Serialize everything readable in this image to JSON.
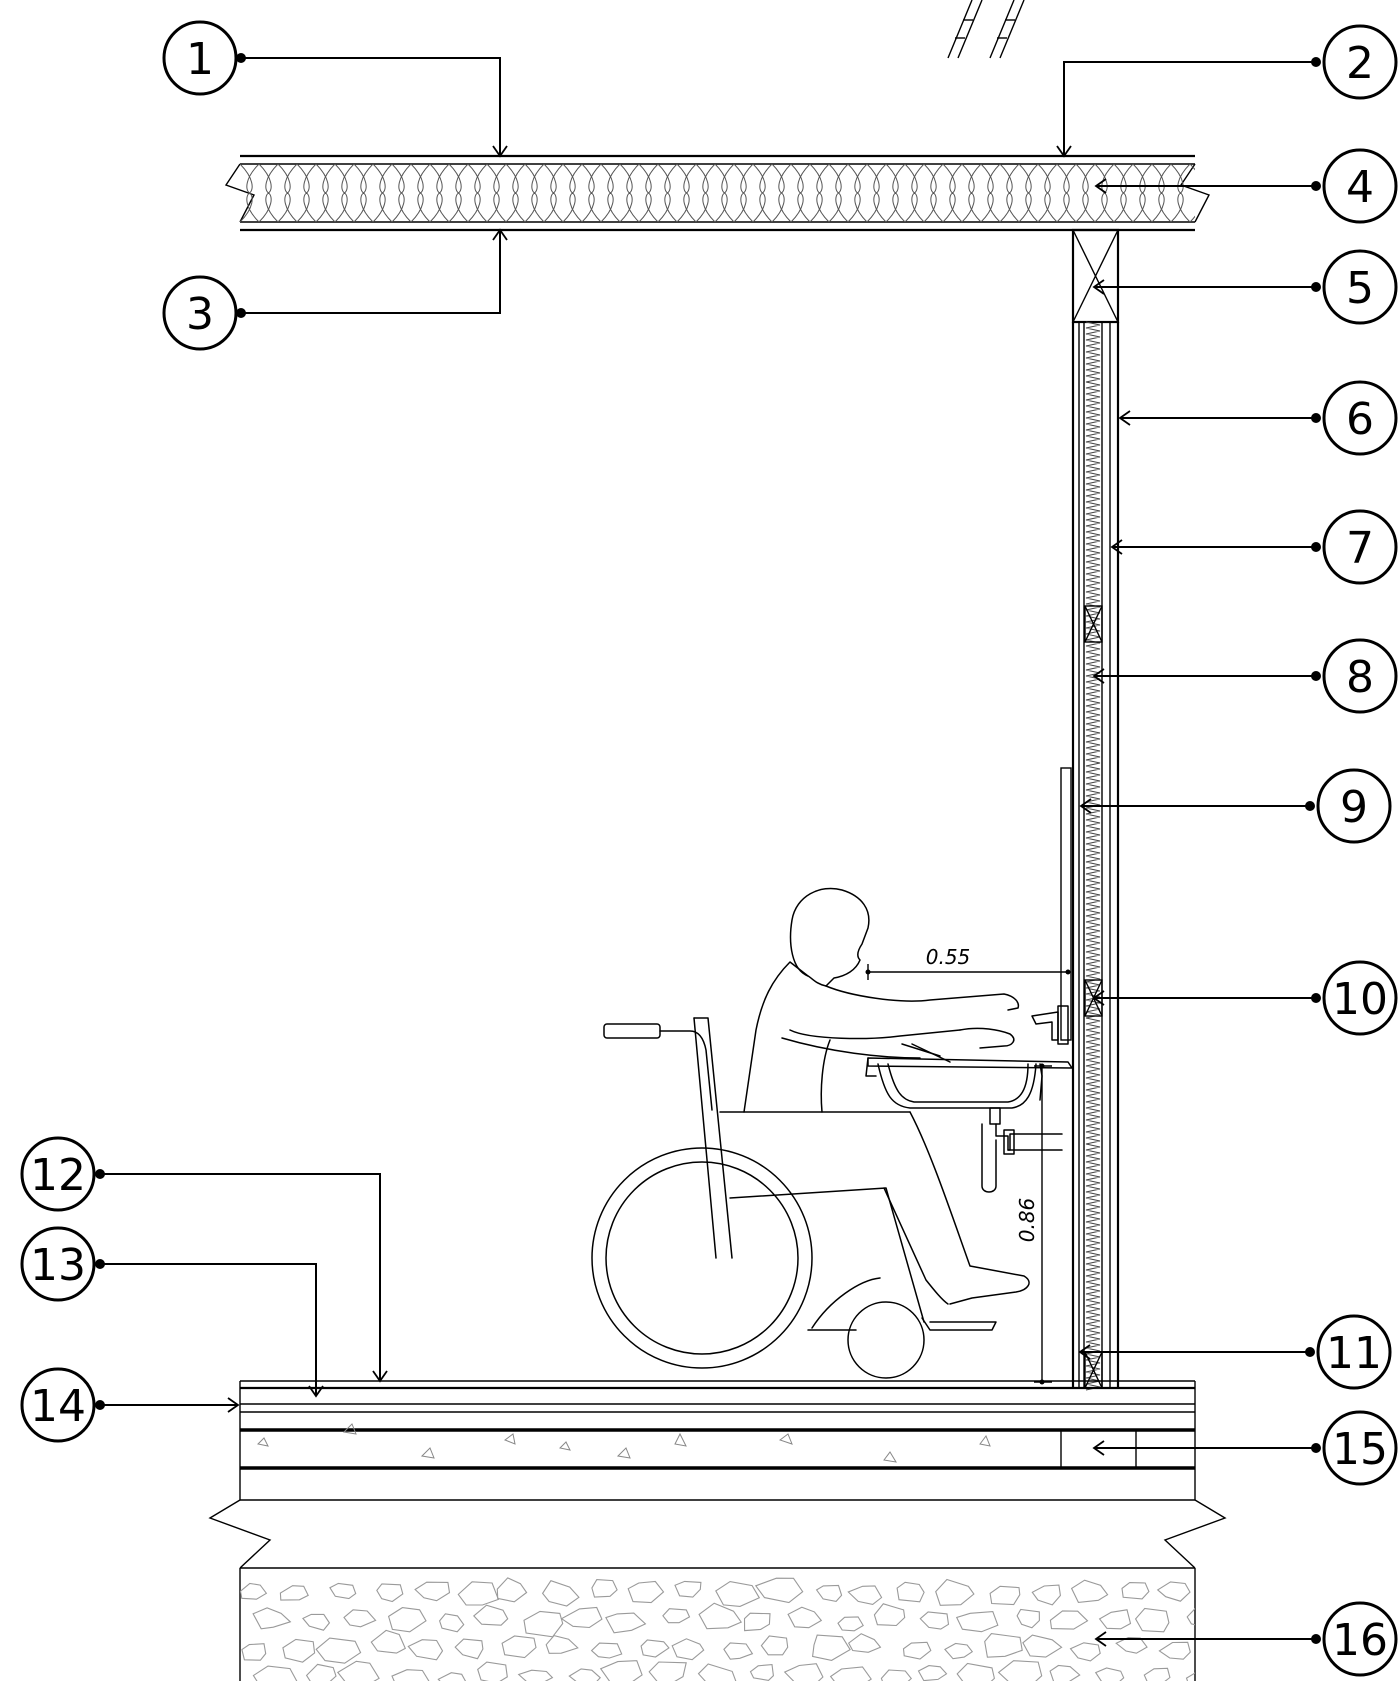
{
  "callouts": [
    {
      "id": "1",
      "label": "1"
    },
    {
      "id": "2",
      "label": "2"
    },
    {
      "id": "3",
      "label": "3"
    },
    {
      "id": "4",
      "label": "4"
    },
    {
      "id": "5",
      "label": "5"
    },
    {
      "id": "6",
      "label": "6"
    },
    {
      "id": "7",
      "label": "7"
    },
    {
      "id": "8",
      "label": "8"
    },
    {
      "id": "9",
      "label": "9"
    },
    {
      "id": "10",
      "label": "10"
    },
    {
      "id": "11",
      "label": "11"
    },
    {
      "id": "12",
      "label": "12"
    },
    {
      "id": "13",
      "label": "13"
    },
    {
      "id": "14",
      "label": "14"
    },
    {
      "id": "15",
      "label": "15"
    },
    {
      "id": "16",
      "label": "16"
    }
  ],
  "dimensions": {
    "reach_distance": "0.55",
    "sink_height": "0.86"
  },
  "colors": {
    "line": "#000000",
    "background": "#ffffff",
    "hatch": "#9a9a9a"
  }
}
